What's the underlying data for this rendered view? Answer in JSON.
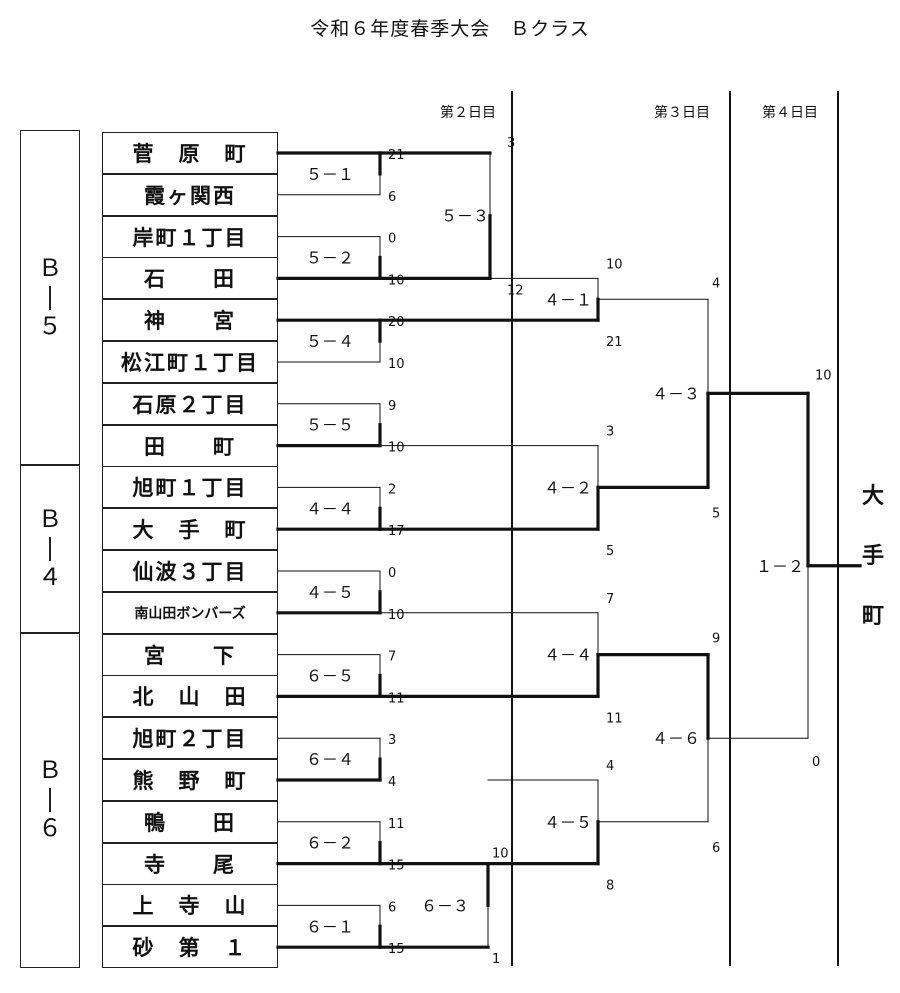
{
  "title": "令和６年度春季大会　Ｂクラス",
  "days": [
    "第２日目",
    "第３日目",
    "第４日目"
  ],
  "groups": [
    {
      "letter": "Ｂ",
      "number": "５"
    },
    {
      "letter": "Ｂ",
      "number": "４"
    },
    {
      "letter": "Ｂ",
      "number": "６"
    }
  ],
  "teams": [
    "菅　原　町",
    "霞ヶ関西",
    "岸町１丁目",
    "石　　田",
    "神　　宮",
    "松江町１丁目",
    "石原２丁目",
    "田　　町",
    "旭町１丁目",
    "大　手　町",
    "仙波３丁目",
    "南山田ボンバーズ",
    "宮　　下",
    "北　山　田",
    "旭町２丁目",
    "熊　野　町",
    "鴨　　田",
    "寺　　尾",
    "上　寺　山",
    "砂　第　１"
  ],
  "winner": [
    "大",
    "手",
    "町"
  ],
  "matches": {
    "r1": [
      "５－１",
      "５－２",
      "５－４",
      "５－５",
      "４－４",
      "４－５",
      "６－５",
      "６－４",
      "６－２",
      "６－１"
    ],
    "r2": [
      "５－３",
      "６－３"
    ],
    "r3": [
      "４－１",
      "４－２",
      "４－４",
      "４－５"
    ],
    "r4": [
      "４－３",
      "４－６"
    ],
    "final": "１－２"
  },
  "scores": {
    "r1": [
      [
        "21",
        "6"
      ],
      [
        "0",
        "10"
      ],
      [
        "20",
        "10"
      ],
      [
        "9",
        "10"
      ],
      [
        "2",
        "17"
      ],
      [
        "0",
        "10"
      ],
      [
        "7",
        "11"
      ],
      [
        "3",
        "4"
      ],
      [
        "11",
        "15"
      ],
      [
        "6",
        "15"
      ]
    ],
    "r2": [
      [
        "3",
        "12"
      ],
      [
        "10",
        "1"
      ]
    ],
    "r3": [
      [
        "10",
        "21"
      ],
      [
        "3",
        "5"
      ],
      [
        "7",
        "11"
      ],
      [
        "4",
        "8"
      ]
    ],
    "r4": [
      [
        "4",
        "5"
      ],
      [
        "9",
        "6"
      ]
    ],
    "final": [
      "10",
      "0"
    ]
  }
}
